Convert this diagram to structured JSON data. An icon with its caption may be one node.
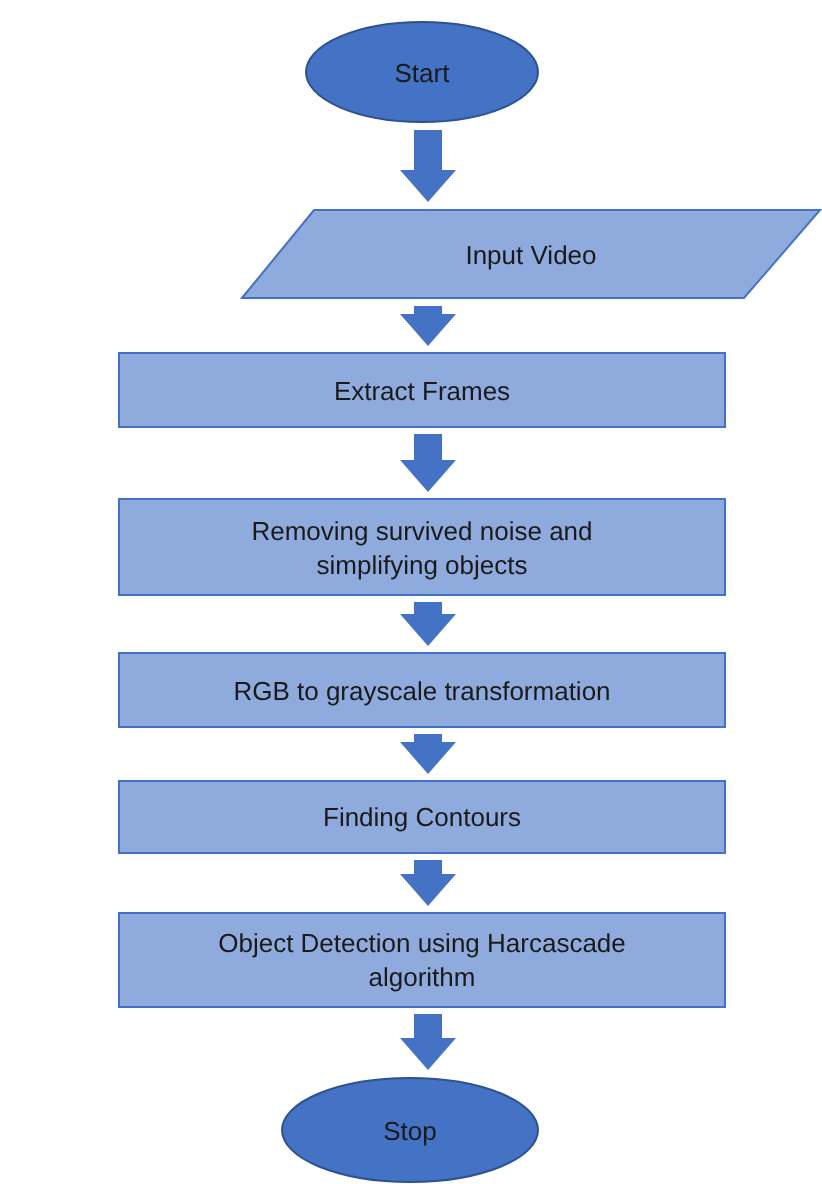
{
  "diagram": {
    "nodes": [
      {
        "text": [
          "Start"
        ]
      },
      {
        "text": [
          "Input Video"
        ]
      },
      {
        "text": [
          "Extract Frames"
        ]
      },
      {
        "text": [
          "Removing survived noise and simplifying objects"
        ]
      },
      {
        "text": [
          "RGB to grayscale transformation"
        ]
      },
      {
        "text": [
          "Finding Contours"
        ]
      },
      {
        "text": [
          "Object Detection using Harcascade algorithm"
        ]
      },
      {
        "text": [
          "Stop"
        ]
      }
    ],
    "edges": [
      {
        "from": 0,
        "to": 1,
        "arrow": "to"
      },
      {
        "from": 1,
        "to": 2,
        "arrow": "to"
      },
      {
        "from": 2,
        "to": 3,
        "arrow": "to"
      },
      {
        "from": 3,
        "to": 4,
        "arrow": "to"
      },
      {
        "from": 4,
        "to": 5,
        "arrow": "to"
      },
      {
        "from": 5,
        "to": 6,
        "arrow": "to"
      },
      {
        "from": 6,
        "to": 7,
        "arrow": "to"
      }
    ]
  }
}
